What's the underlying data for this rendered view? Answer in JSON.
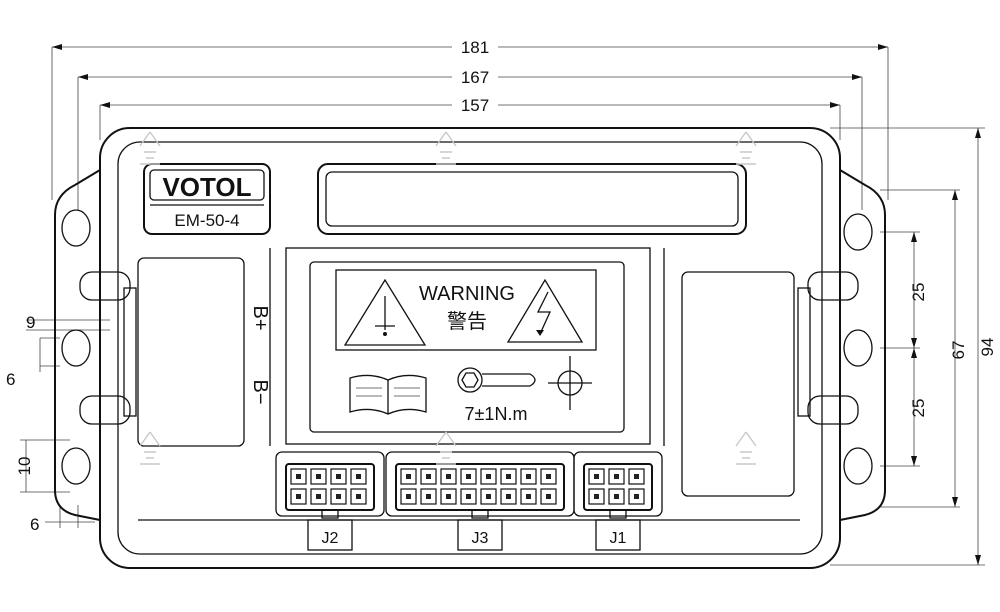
{
  "dimensions": {
    "overall_width": "181",
    "mount_width": "167",
    "body_width": "157",
    "overall_height": "94",
    "mount_height": "67",
    "hole_spacing_upper": "25",
    "hole_spacing_lower": "25",
    "left_dim_a": "9",
    "left_dim_b": "6",
    "left_dim_c": "10",
    "left_dim_d": "6"
  },
  "brand": {
    "name": "VOTOL",
    "model": "EM-50-4"
  },
  "terminals": {
    "positive": "B+",
    "negative": "B−"
  },
  "warning_label": {
    "title": "WARNING",
    "title_cn": "警告",
    "torque": "7±1N.m"
  },
  "connectors": [
    {
      "label": "J2",
      "rows": 2,
      "cols": 4
    },
    {
      "label": "J3",
      "rows": 2,
      "cols": 8
    },
    {
      "label": "J1",
      "rows": 2,
      "cols": 3
    }
  ],
  "colors": {
    "line": "#111111",
    "background": "#ffffff",
    "watermark": "#c8c8c8"
  }
}
